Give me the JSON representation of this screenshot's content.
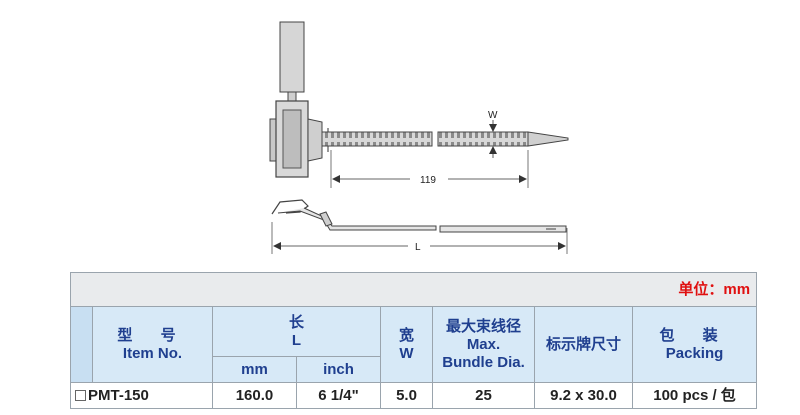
{
  "drawing": {
    "dim_w_label": "W",
    "dim_119_label": "119",
    "dim_l_label": "L"
  },
  "table": {
    "unit_label": "单位：mm",
    "headers": {
      "model_cn": "型 号",
      "model_en": "Item No.",
      "length_cn": "长",
      "length_en": "L",
      "length_mm": "mm",
      "length_inch": "inch",
      "width_cn": "宽",
      "width_en": "W",
      "bundle_cn": "最大束线径",
      "bundle_en1": "Max.",
      "bundle_en2": "Bundle Dia.",
      "tag_cn": "标示牌尺寸",
      "pack_cn": "包 装",
      "pack_en": "Packing"
    },
    "rows": [
      {
        "model": "PMT-150",
        "length_mm": "160.0",
        "length_inch": "6 1/4\"",
        "width": "5.0",
        "bundle": "25",
        "tag": "9.2 x 30.0",
        "packing": "100 pcs / 包"
      }
    ]
  }
}
